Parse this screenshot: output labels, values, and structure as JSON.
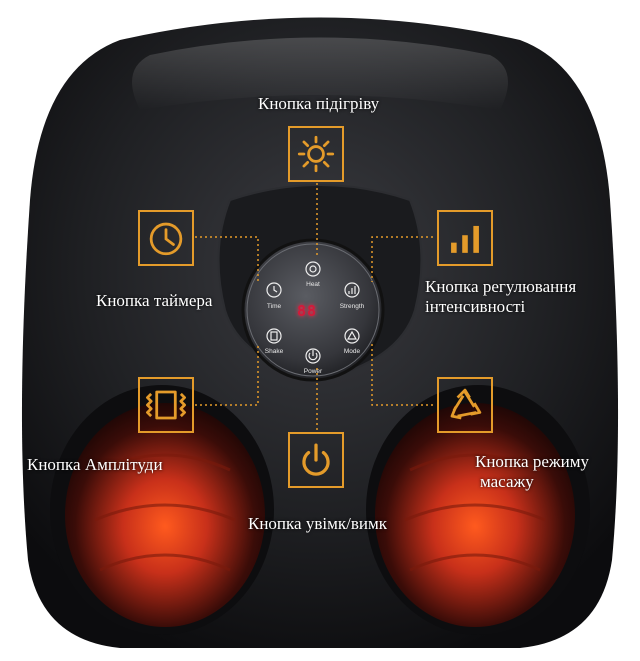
{
  "labels": {
    "heat": "Кнопка підігріву",
    "timer": "Кнопка таймера",
    "strength_line1": "Кнопка регулювання",
    "strength_line2": "інтенсивності",
    "amplitude": "Кнопка Амплітуди",
    "mode_line1": "Кнопка режиму",
    "mode_line2": "масажу",
    "power": "Кнопка увімк/вимк"
  },
  "panel": {
    "heat": "Heat",
    "time": "Time",
    "strength": "Strength",
    "shake": "Shake",
    "mode": "Mode",
    "power": "Power",
    "display": "88"
  },
  "colors": {
    "accent": "#e49b2a",
    "device": "#1e1f22",
    "glow": "#c8301a",
    "display": "#d21a3a"
  },
  "icons": [
    "sun-icon",
    "clock-icon",
    "bar-chart-icon",
    "vibration-icon",
    "recycle-icon",
    "power-icon"
  ]
}
